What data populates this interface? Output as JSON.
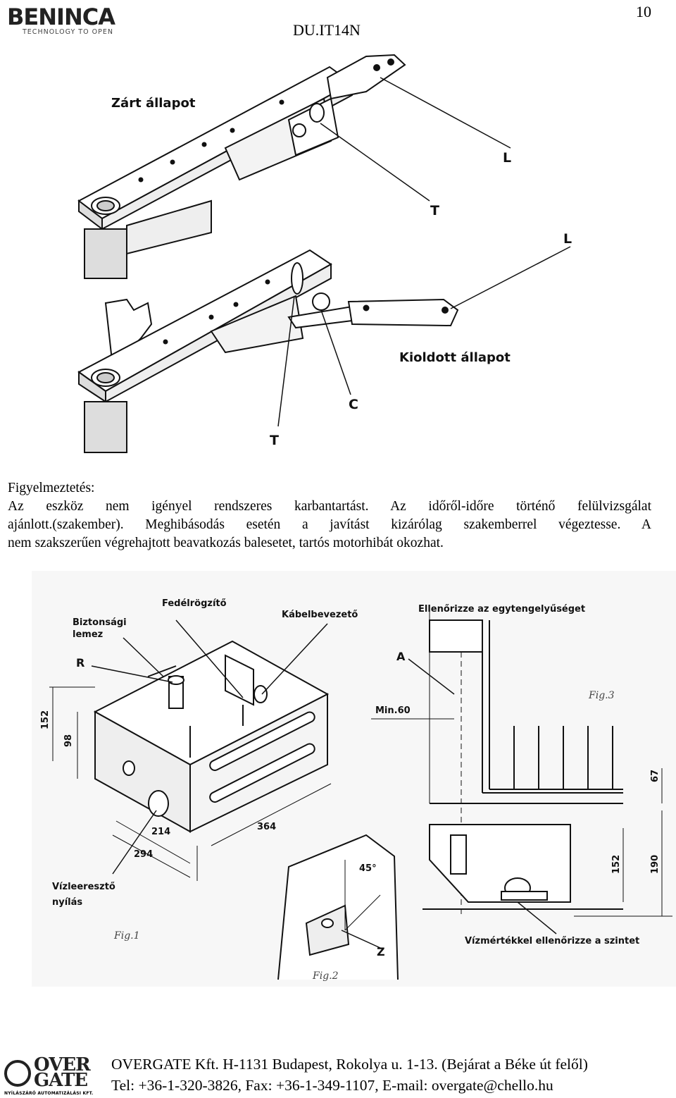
{
  "header": {
    "brand": "BENINCA",
    "brand_tagline": "TECHNOLOGY TO OPEN",
    "doc_code": "DU.IT14N",
    "page_number": "10"
  },
  "figure_top": {
    "label_closed": "Zárt állapot",
    "label_released": "Kioldott állapot",
    "callouts": [
      "L",
      "T",
      "L",
      "C",
      "T"
    ]
  },
  "warning": {
    "title": "Figyelmeztetés:",
    "line1": "Az eszköz nem igényel rendszeres karbantartást. Az időről-időre történő felülvizsgálat",
    "line2": "ajánlott.(szakember). Meghibásodás esetén a javítást kizárólag szakemberrel végeztesse. A",
    "line3": "nem szakszerűen végrehajtott beavatkozás balesetet, tartós motorhibát okozhat."
  },
  "figure_bottom": {
    "fig1": {
      "caption": "Fig.1",
      "label_cover_lock": "Fedélrögzítő",
      "label_cable_entry": "Kábelbevezető",
      "label_safety_plate_1": "Biztonsági",
      "label_safety_plate_2": "lemez",
      "label_r": "R",
      "dim_152": "152",
      "dim_98": "98",
      "dim_214": "214",
      "dim_294": "294",
      "dim_364": "364",
      "label_drain_1": "Vízleeresztő",
      "label_drain_2": "nyílás"
    },
    "fig2": {
      "caption": "Fig.2",
      "angle": "45°",
      "label_z": "Z"
    },
    "fig3": {
      "caption": "Fig.3",
      "label_check_axis": "Ellenőrizze az egytengelyűséget",
      "label_a": "A",
      "label_min": "Min.60",
      "dim_67": "67",
      "dim_152": "152",
      "dim_190": "190",
      "label_level": "Vízmértékkel ellenőrizze a szintet"
    }
  },
  "footer": {
    "logo_top": "OVER",
    "logo_bottom": "GATE",
    "logo_sub": "NYÍLÁSZÁRÓ AUTOMATIZÁLÁSI KFT.",
    "line1": "OVERGATE Kft. H-1131 Budapest, Rokolya u. 1-13. (Bejárat a Béke út felől)",
    "line2": "Tel: +36-1-320-3826, Fax: +36-1-349-1107, E-mail: overgate@chello.hu"
  }
}
